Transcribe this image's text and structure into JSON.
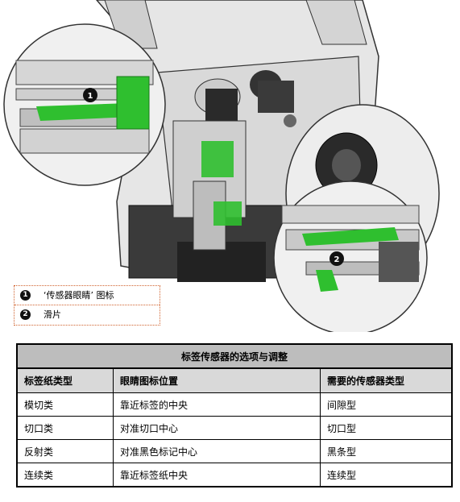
{
  "diagram": {
    "callouts": [
      "1",
      "2"
    ]
  },
  "legend": [
    {
      "num": "❶",
      "text": "‘传感器眼睛’ 图标"
    },
    {
      "num": "❷",
      "text": "滑片"
    }
  ],
  "table": {
    "title": "标签传感器的选项与调整",
    "headers": [
      "标签纸类型",
      "眼睛图标位置",
      "需要的传感器类型"
    ],
    "rows": [
      [
        "模切类",
        "靠近标签的中央",
        "间隙型"
      ],
      [
        "切口类",
        "对准切口中心",
        "切口型"
      ],
      [
        "反射类",
        "对准黑色标记中心",
        "黑条型"
      ],
      [
        "连续类",
        "靠近标签纸中央",
        "连续型"
      ]
    ]
  },
  "colors": {
    "highlight_green": "#2fbf2f",
    "legend_border": "#d0622e",
    "table_title_bg": "#bdbdbd",
    "table_header_bg": "#d9d9d9"
  }
}
